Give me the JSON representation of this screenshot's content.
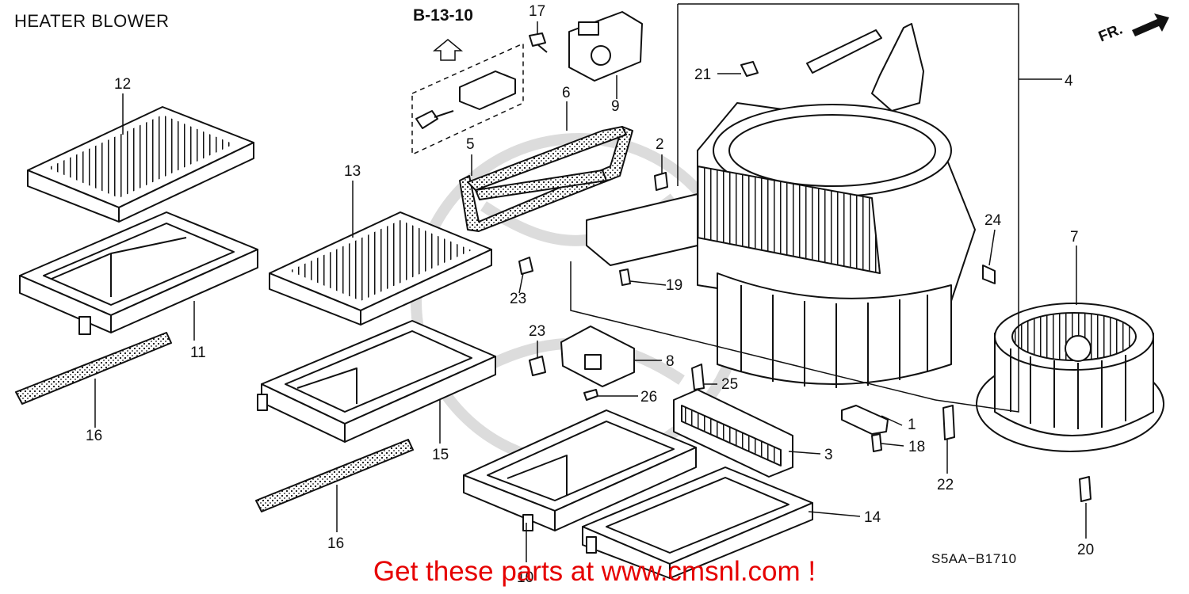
{
  "title": "HEATER BLOWER",
  "reference": "B-13-10",
  "direction_label": "FR.",
  "diagram_code": "S5AA−B1710",
  "promo_text": "Get these parts at www.cmsnl.com !",
  "callouts": [
    "1",
    "2",
    "3",
    "4",
    "5",
    "6",
    "7",
    "8",
    "9",
    "10",
    "11",
    "12",
    "13",
    "14",
    "15",
    "16",
    "16",
    "17",
    "18",
    "19",
    "20",
    "21",
    "22",
    "23",
    "23",
    "24",
    "25",
    "26"
  ],
  "colors": {
    "line": "#111111",
    "promo": "#e60000",
    "watermark": "#d9d9d9"
  }
}
